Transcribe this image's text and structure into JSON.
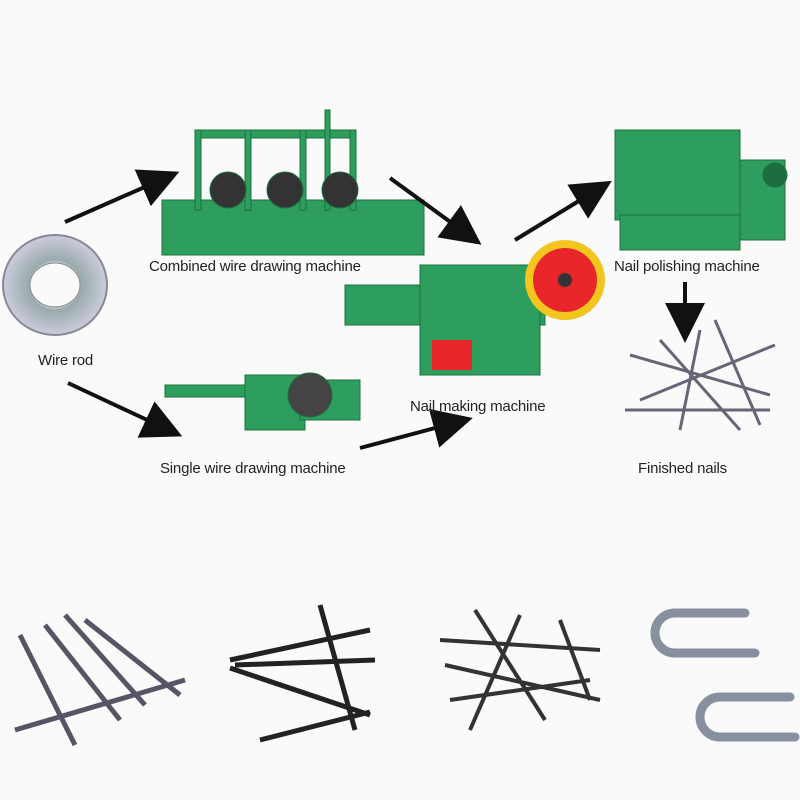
{
  "labels": {
    "wire_rod": "Wire rod",
    "combined": "Combined wire drawing machine",
    "single": "Single wire drawing machine",
    "nail_making": "Nail making machine",
    "polishing": "Nail polishing machine",
    "finished": "Finished nails"
  },
  "colors": {
    "machine": "#2e9e5e",
    "wheel": "#e8262a",
    "rim": "#f2c61f",
    "arrow": "#111111"
  }
}
